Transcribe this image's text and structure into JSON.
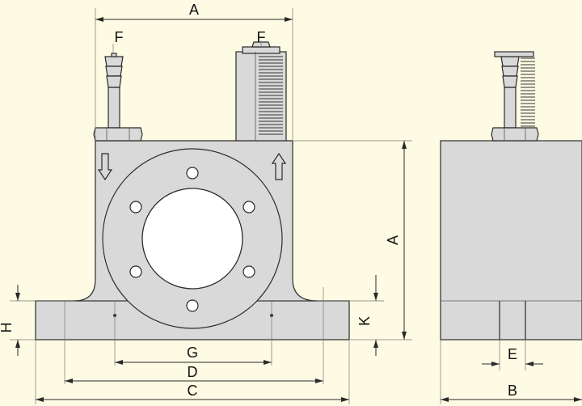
{
  "labels": {
    "a_top": "A",
    "a_side": "A",
    "b": "B",
    "c": "C",
    "d": "D",
    "e": "E",
    "f_left": "F",
    "f_right": "F",
    "g": "G",
    "h": "H",
    "k": "K"
  },
  "colors": {
    "background": "#fdfbe3",
    "body": "#d9d9d9",
    "outline": "#2a2a2a"
  },
  "icons": {
    "flow_in": "arrow-down-icon",
    "flow_out": "arrow-up-icon"
  }
}
